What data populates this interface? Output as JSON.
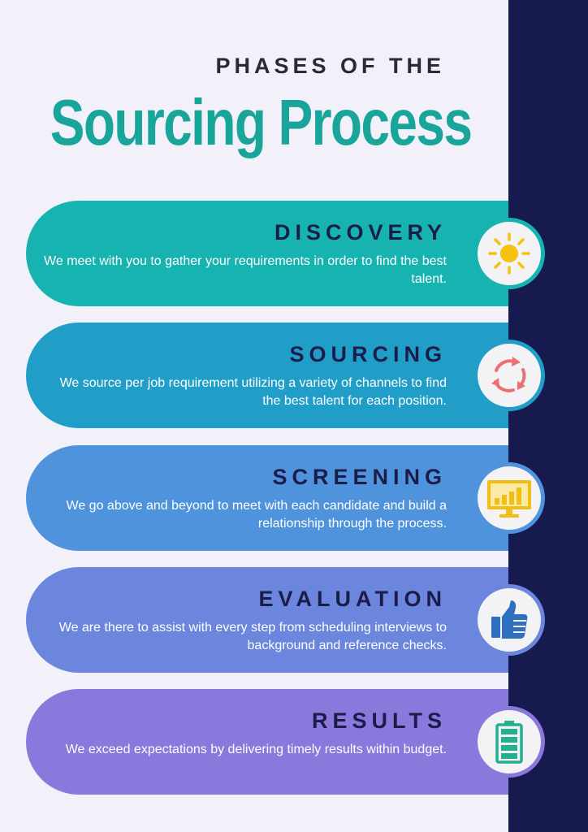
{
  "header": {
    "kicker": "PHASES OF THE",
    "title": "Sourcing Process"
  },
  "phases": [
    {
      "title": "DISCOVERY",
      "description": "We meet with you to gather your requirements in order to find the best talent.",
      "icon": "sun-icon",
      "color": "#17b3b0"
    },
    {
      "title": "SOURCING",
      "description": "We source per job requirement utilizing a variety of channels to find the best talent for each position.",
      "icon": "refresh-cycle-icon",
      "color": "#219ec8"
    },
    {
      "title": "SCREENING",
      "description": "We go above and beyond to meet with each candidate and build a relationship through the process.",
      "icon": "monitor-chart-icon",
      "color": "#4f93dc"
    },
    {
      "title": "EVALUATION",
      "description": "We are there to assist with every step from scheduling interviews to background and reference checks.",
      "icon": "thumbs-up-icon",
      "color": "#6b86dc"
    },
    {
      "title": "RESULTS",
      "description": "We exceed expectations by delivering timely results within budget.",
      "icon": "battery-full-icon",
      "color": "#8a78dc"
    }
  ]
}
